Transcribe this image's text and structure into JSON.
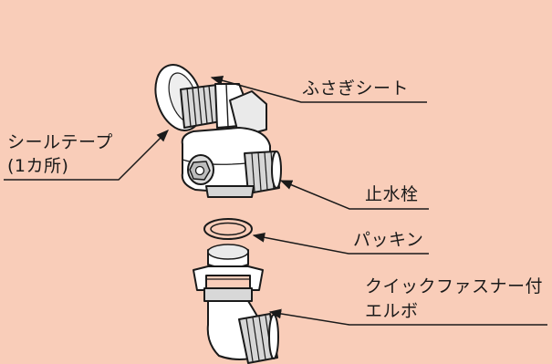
{
  "labels": {
    "cover_sheet": "ふさぎシート",
    "seal_tape_line1": "シールテープ",
    "seal_tape_line2": "(1カ所)",
    "stop_valve": "止水栓",
    "packing": "パッキン",
    "elbow_line1": "クイックファスナー付",
    "elbow_line2": "エルボ"
  },
  "colors": {
    "background": "#f9cdb9",
    "part_fill": "#ffffff",
    "part_shade": "#cfcfcf",
    "part_dark": "#9a9a9a",
    "line": "#1a1a1a"
  }
}
